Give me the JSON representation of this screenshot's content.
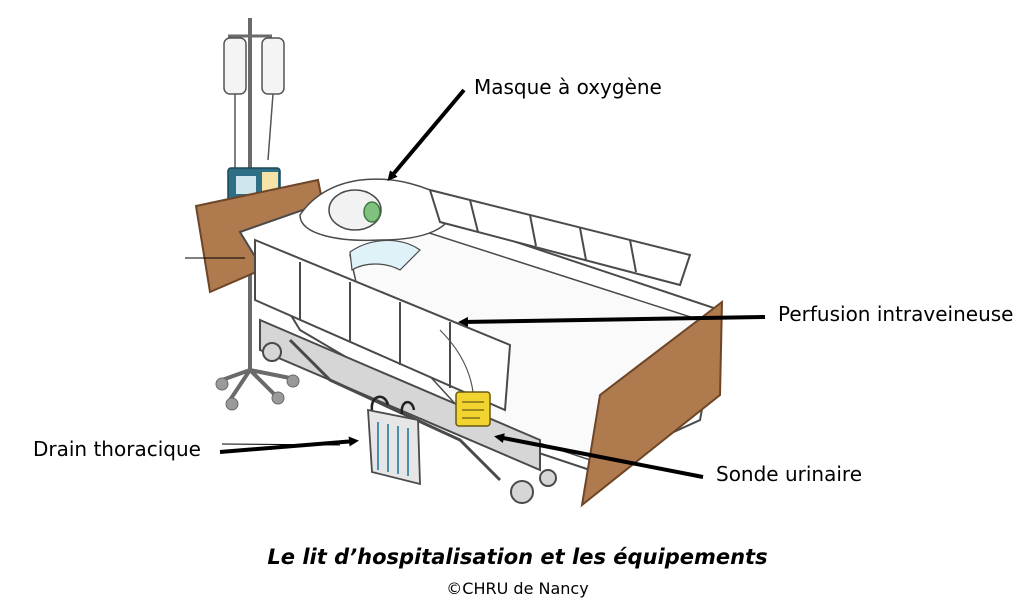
{
  "labels": {
    "oxygen_mask": "Masque à oxygène",
    "iv_infusion": "Perfusion intraveineuse",
    "chest_drain": "Drain thoracique",
    "urinary_catheter": "Sonde urinaire"
  },
  "caption": {
    "title": "Le lit d’hospitalisation et les équipements",
    "credit": "©CHRU de Nancy"
  },
  "colors": {
    "headboard": "#b07a4f",
    "iv_pump": "#2f6f86",
    "pump_panel": "#f5e3a8",
    "oxygen_mask": "#7fc27f",
    "urine_bag": "#f2d431",
    "arrow": "#000000",
    "outline": "#4a4a4a",
    "frame": "#bdbdbd"
  }
}
